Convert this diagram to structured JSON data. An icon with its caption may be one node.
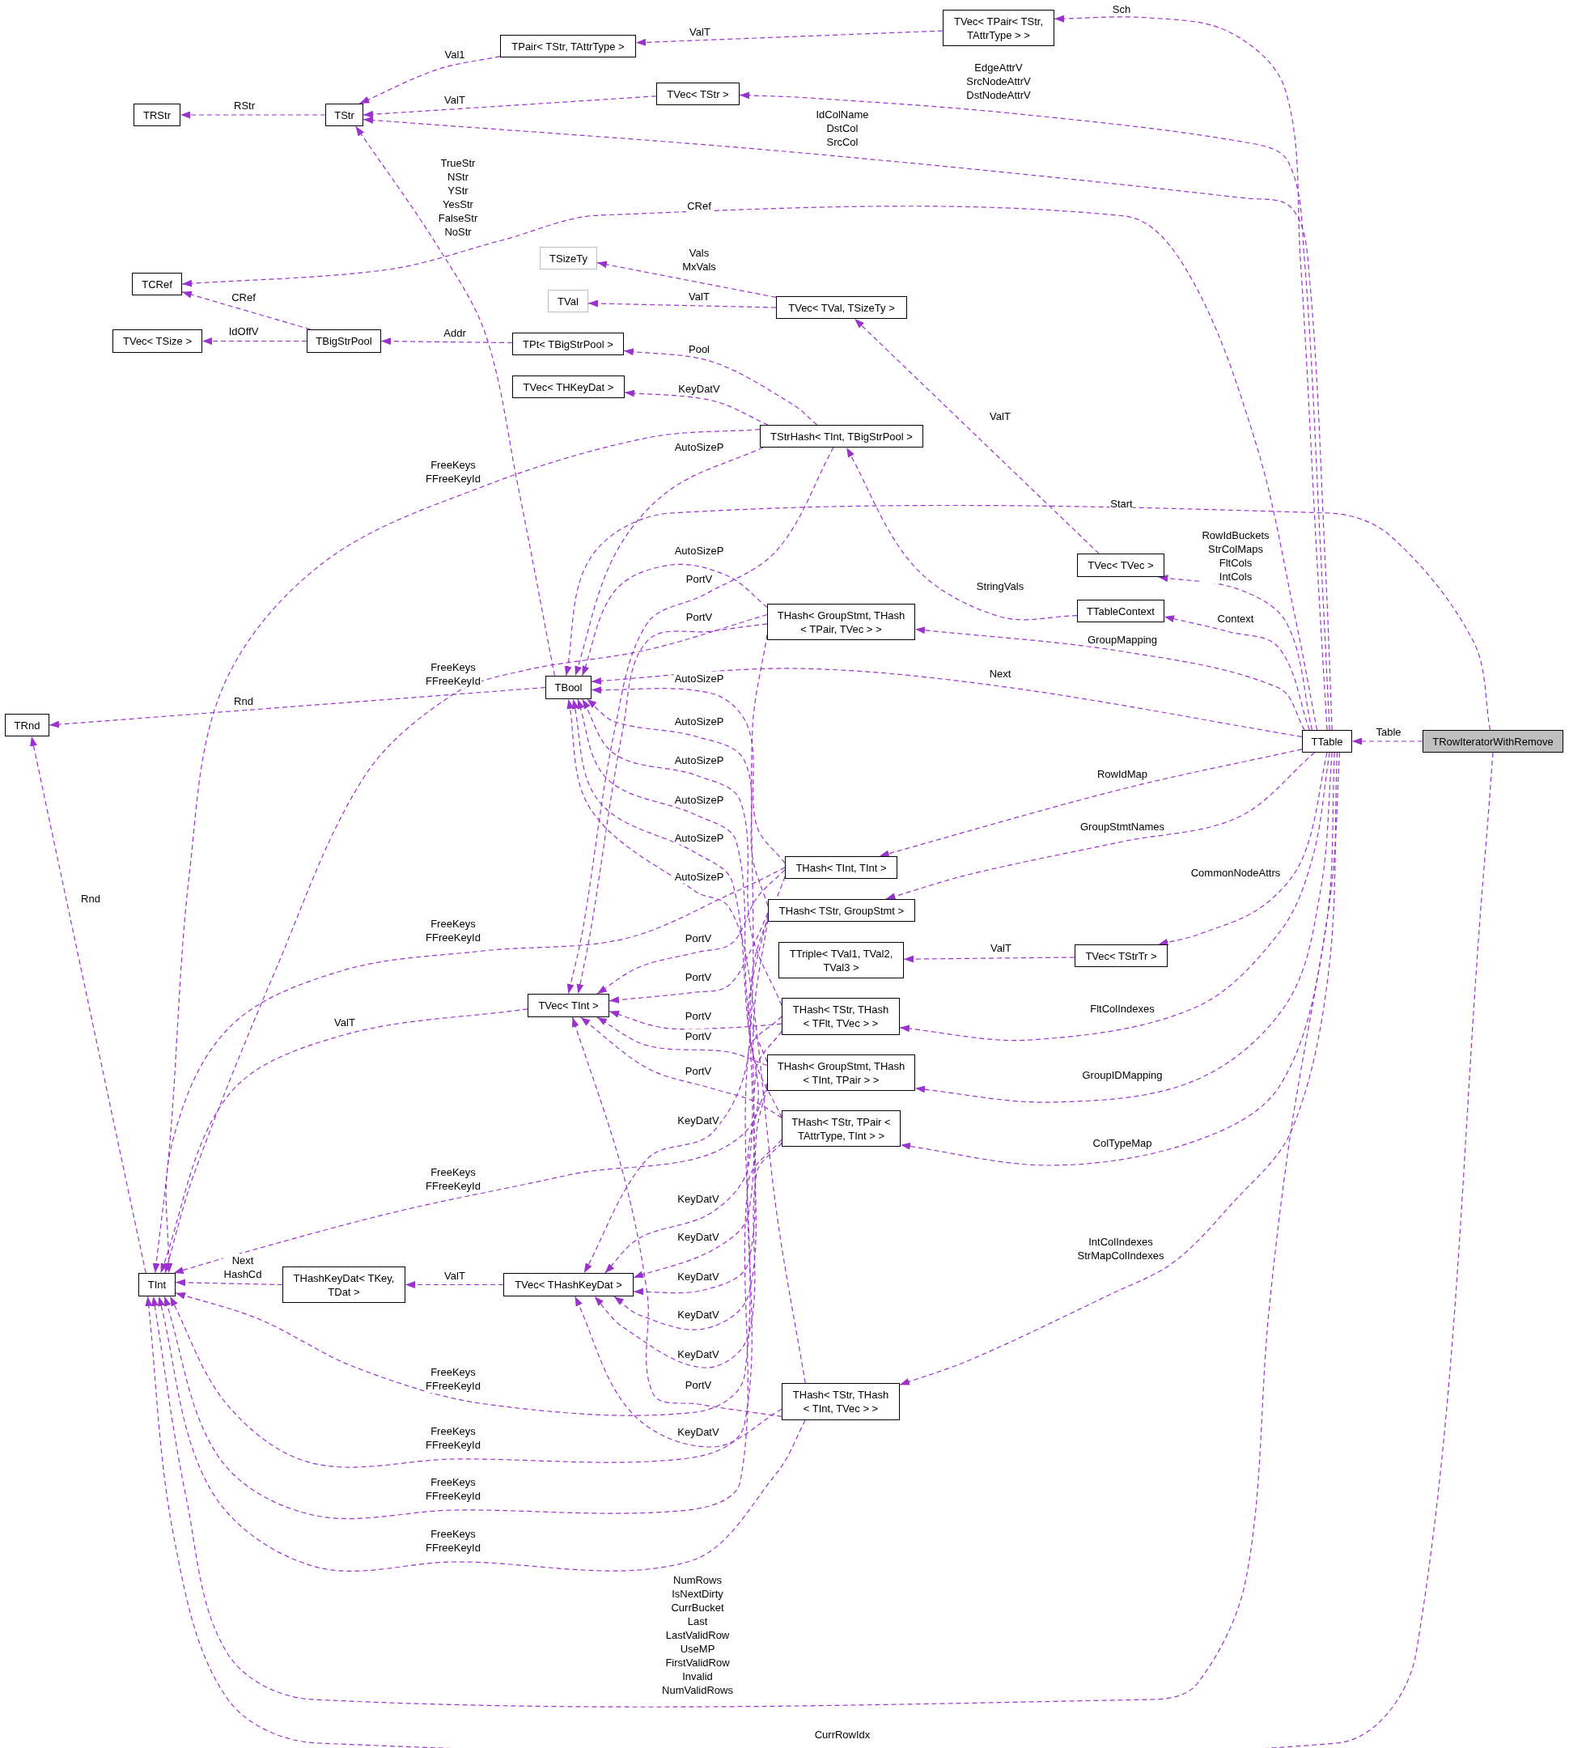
{
  "diagram": {
    "nodes": [
      {
        "text": [
          "TVec< TPair< TStr, TAttrType > >"
        ]
      },
      {
        "text": [
          "TPair< TStr, TAttrType >"
        ]
      },
      {
        "text": [
          "TRStr"
        ]
      },
      {
        "text": [
          "TStr"
        ]
      },
      {
        "text": [
          "TVec< TStr >"
        ]
      },
      {
        "text": [
          "TSizeTy"
        ]
      },
      {
        "text": [
          "TCRef"
        ]
      },
      {
        "text": [
          "TVal"
        ]
      },
      {
        "text": [
          "TVec< TVal, TSizeTy >"
        ]
      },
      {
        "text": [
          "TVec< TSize >"
        ]
      },
      {
        "text": [
          "TBigStrPool"
        ]
      },
      {
        "text": [
          "TPt< TBigStrPool >"
        ]
      },
      {
        "text": [
          "TVec< THKeyDat >"
        ]
      },
      {
        "text": [
          "TStrHash< TInt, TBigStrPool >"
        ]
      },
      {
        "text": [
          "TVec< TVec >"
        ]
      },
      {
        "text": [
          "TTableContext"
        ]
      },
      {
        "text": [
          "THash< GroupStmt, THash < TPair, TVec > >"
        ]
      },
      {
        "text": [
          "TBool"
        ]
      },
      {
        "text": [
          "TRnd"
        ]
      },
      {
        "text": [
          "TTable"
        ]
      },
      {
        "text": [
          "TRowIteratorWithRemove"
        ]
      },
      {
        "text": [
          "THash< TInt, TInt >"
        ]
      },
      {
        "text": [
          "THash< TStr, GroupStmt >"
        ]
      },
      {
        "text": [
          "TTriple< TVal1, TVal2, TVal3 >"
        ]
      },
      {
        "text": [
          "TVec< TStrTr >"
        ]
      },
      {
        "text": [
          "TVec< TInt >"
        ]
      },
      {
        "text": [
          "THash< TStr, THash < TFlt, TVec > >"
        ]
      },
      {
        "text": [
          "THash< GroupStmt, THash < TInt, TPair > >"
        ]
      },
      {
        "text": [
          "THash< TStr, TPair < TAttrType, TInt > >"
        ]
      },
      {
        "text": [
          "TInt"
        ]
      },
      {
        "text": [
          "THashKeyDat< TKey, TDat >"
        ]
      },
      {
        "text": [
          "TVec< THashKeyDat >"
        ]
      },
      {
        "text": [
          "THash< TStr, THash < TInt, TVec > >"
        ]
      }
    ],
    "edges": [
      {
        "from": 0,
        "to": 1,
        "arrow": "to",
        "label": "ValT"
      },
      {
        "from": 1,
        "to": 3,
        "arrow": "to",
        "label": "Val1"
      },
      {
        "from": 4,
        "to": 3,
        "arrow": "to",
        "label": "ValT"
      },
      {
        "from": 3,
        "to": 2,
        "arrow": "to",
        "label": "RStr"
      },
      {
        "from": 19,
        "to": 0,
        "arrow": "to",
        "label": "Sch"
      },
      {
        "from": 19,
        "to": 4,
        "arrow": "to",
        "label": "EdgeAttrV SrcNodeAttrV DstNodeAttrV"
      },
      {
        "from": 19,
        "to": 3,
        "arrow": "to",
        "label": "IdColName DstCol SrcCol"
      },
      {
        "from": 19,
        "to": 6,
        "arrow": "to",
        "label": "CRef"
      },
      {
        "from": 10,
        "to": 6,
        "arrow": "to",
        "label": "CRef"
      },
      {
        "from": 10,
        "to": 9,
        "arrow": "to",
        "label": "IdOffV"
      },
      {
        "from": 11,
        "to": 10,
        "arrow": "to",
        "label": "Addr"
      },
      {
        "from": 8,
        "to": 5,
        "arrow": "to",
        "label": "Vals MxVals"
      },
      {
        "from": 8,
        "to": 7,
        "arrow": "to",
        "label": "ValT"
      },
      {
        "from": 14,
        "to": 8,
        "arrow": "to",
        "label": "ValT"
      },
      {
        "from": 13,
        "to": 11,
        "arrow": "to",
        "label": "Pool"
      },
      {
        "from": 13,
        "to": 12,
        "arrow": "to",
        "label": "KeyDatV"
      },
      {
        "from": 13,
        "to": 29,
        "arrow": "to",
        "label": "FreeKeys FFreeKeyId"
      },
      {
        "from": 13,
        "to": 17,
        "arrow": "to",
        "label": "AutoSizeP"
      },
      {
        "from": 13,
        "to": 25,
        "arrow": "to",
        "label": "PortV"
      },
      {
        "from": 17,
        "to": 3,
        "arrow": "to",
        "label": "TrueStr NStr YStr YesStr FalseStr NoStr"
      },
      {
        "from": 17,
        "to": 18,
        "arrow": "to",
        "label": "Rnd"
      },
      {
        "from": 15,
        "to": 13,
        "arrow": "to",
        "label": "StringVals"
      },
      {
        "from": 19,
        "to": 14,
        "arrow": "to",
        "label": "RowIdBuckets StrColMaps FltCols IntCols"
      },
      {
        "from": 19,
        "to": 15,
        "arrow": "to",
        "label": "Context"
      },
      {
        "from": 19,
        "to": 16,
        "arrow": "to",
        "label": "GroupMapping"
      },
      {
        "from": 19,
        "to": 17,
        "arrow": "to",
        "label": "Next"
      },
      {
        "from": 20,
        "to": 19,
        "arrow": "to",
        "label": "Table"
      },
      {
        "from": 20,
        "to": 17,
        "arrow": "to",
        "label": "Start"
      },
      {
        "from": 19,
        "to": 21,
        "arrow": "to",
        "label": "RowIdMap"
      },
      {
        "from": 19,
        "to": 22,
        "arrow": "to",
        "label": "GroupStmtNames"
      },
      {
        "from": 19,
        "to": 24,
        "arrow": "to",
        "label": "CommonNodeAttrs"
      },
      {
        "from": 24,
        "to": 23,
        "arrow": "to",
        "label": "ValT"
      },
      {
        "from": 19,
        "to": 26,
        "arrow": "to",
        "label": "FltColIndexes"
      },
      {
        "from": 19,
        "to": 27,
        "arrow": "to",
        "label": "GroupIDMapping"
      },
      {
        "from": 19,
        "to": 28,
        "arrow": "to",
        "label": "ColTypeMap"
      },
      {
        "from": 19,
        "to": 32,
        "arrow": "to",
        "label": "IntColIndexes StrMapColIndexes"
      },
      {
        "from": 25,
        "to": 29,
        "arrow": "to",
        "label": "ValT"
      },
      {
        "from": 29,
        "to": 18,
        "arrow": "to",
        "label": "Rnd"
      },
      {
        "from": 31,
        "to": 30,
        "arrow": "to",
        "label": "ValT"
      },
      {
        "from": 30,
        "to": 29,
        "arrow": "to",
        "label": "Next HashCd"
      },
      {
        "from": 19,
        "to": 29,
        "arrow": "to",
        "label": "NumRows IsNextDirty CurrBucket Last LastValidRow UseMP FirstValidRow Invalid NumValidRows"
      },
      {
        "from": 20,
        "to": 29,
        "arrow": "to",
        "label": "CurrRowIdx"
      },
      {
        "from": 16,
        "to": 17,
        "arrow": "to",
        "label": "AutoSizeP"
      },
      {
        "from": 16,
        "to": 25,
        "arrow": "to",
        "label": "PortV"
      },
      {
        "from": 16,
        "to": 31,
        "arrow": "to",
        "label": "KeyDatV"
      },
      {
        "from": 16,
        "to": 29,
        "arrow": "to",
        "label": "FreeKeys FFreeKeyId"
      },
      {
        "from": 21,
        "to": 17,
        "arrow": "to",
        "label": "AutoSizeP"
      },
      {
        "from": 21,
        "to": 25,
        "arrow": "to",
        "label": "PortV"
      },
      {
        "from": 21,
        "to": 31,
        "arrow": "to",
        "label": "KeyDatV"
      },
      {
        "from": 21,
        "to": 29,
        "arrow": "to",
        "label": "FreeKeys FFreeKeyId"
      },
      {
        "from": 22,
        "to": 17,
        "arrow": "to",
        "label": "AutoSizeP"
      },
      {
        "from": 22,
        "to": 25,
        "arrow": "to",
        "label": "PortV"
      },
      {
        "from": 22,
        "to": 31,
        "arrow": "to",
        "label": "KeyDatV"
      },
      {
        "from": 22,
        "to": 29,
        "arrow": "to",
        "label": "FreeKeys FFreeKeyId"
      },
      {
        "from": 26,
        "to": 17,
        "arrow": "to",
        "label": "AutoSizeP"
      },
      {
        "from": 26,
        "to": 25,
        "arrow": "to",
        "label": "PortV"
      },
      {
        "from": 26,
        "to": 31,
        "arrow": "to",
        "label": "KeyDatV"
      },
      {
        "from": 26,
        "to": 29,
        "arrow": "to",
        "label": "FreeKeys FFreeKeyId"
      },
      {
        "from": 27,
        "to": 17,
        "arrow": "to",
        "label": "AutoSizeP"
      },
      {
        "from": 27,
        "to": 25,
        "arrow": "to",
        "label": "PortV"
      },
      {
        "from": 27,
        "to": 31,
        "arrow": "to",
        "label": "KeyDatV"
      },
      {
        "from": 27,
        "to": 29,
        "arrow": "to",
        "label": "FreeKeys FFreeKeyId"
      },
      {
        "from": 28,
        "to": 17,
        "arrow": "to",
        "label": "AutoSizeP"
      },
      {
        "from": 28,
        "to": 25,
        "arrow": "to",
        "label": "PortV"
      },
      {
        "from": 28,
        "to": 31,
        "arrow": "to",
        "label": "KeyDatV"
      },
      {
        "from": 28,
        "to": 29,
        "arrow": "to",
        "label": "FreeKeys FFreeKeyId"
      },
      {
        "from": 32,
        "to": 17,
        "arrow": "to",
        "label": "AutoSizeP"
      },
      {
        "from": 32,
        "to": 25,
        "arrow": "to",
        "label": "PortV"
      },
      {
        "from": 32,
        "to": 31,
        "arrow": "to",
        "label": "KeyDatV"
      },
      {
        "from": 32,
        "to": 29,
        "arrow": "to",
        "label": "FreeKeys FFreeKeyId"
      }
    ]
  }
}
